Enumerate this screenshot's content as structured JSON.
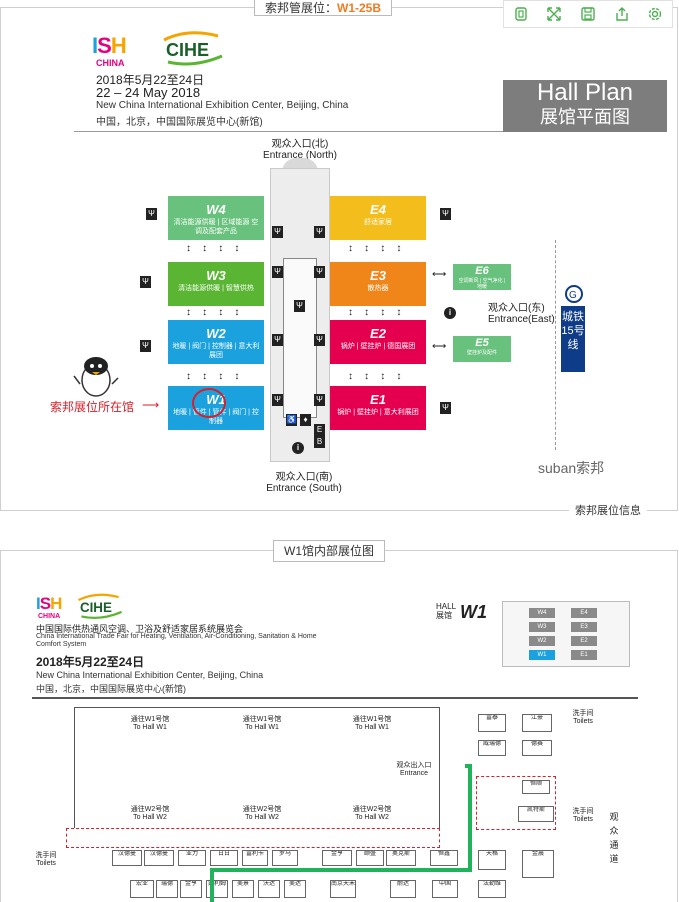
{
  "header": {
    "title_prefix": "索邦管展位：",
    "title_highlight": "W1-25B"
  },
  "toolbar": {
    "icons": [
      "copy-icon",
      "expand-icon",
      "save-icon",
      "share-icon",
      "settings-icon"
    ]
  },
  "plan": {
    "logo_ish": [
      "I",
      "S",
      "H"
    ],
    "logo_ish_sub": "CHINA",
    "logo_cihe": "CIHE",
    "date_cn": "2018年5月22至24日",
    "date_en": "22 – 24 May 2018",
    "venue_en": "New China International Exhibition Center, Beijing, China",
    "venue_cn": "中国，北京，中国国际展览中心(新馆)",
    "hallplan_en": "Hall Plan",
    "hallplan_cn": "展馆平面图",
    "entrance_north_cn": "观众入口(北)",
    "entrance_north_en": "Entrance (North)",
    "entrance_south_cn": "观众入口(南)",
    "entrance_south_en": "Entrance (South)",
    "entrance_east_cn": "观众入口(东)",
    "entrance_east_en": "Entrance(East)",
    "metro": "城铁15号线",
    "booth_marker": "索邦展位所在馆",
    "watermark": "suban索邦",
    "halls": [
      {
        "name": "W4",
        "desc": "清洁能源供暖 | 区域能源 空调及配套产品",
        "color": "#68c17c"
      },
      {
        "name": "W3",
        "desc": "清洁能源供暖 | 智慧供热",
        "color": "#5ab532"
      },
      {
        "name": "W2",
        "desc": "地暖 | 阀门 | 控制器 | 意大利展团",
        "color": "#1aa1de"
      },
      {
        "name": "W1",
        "desc": "地暖 | 管件 | 管件 | 阀门 | 控制器",
        "color": "#1aa1de"
      },
      {
        "name": "E4",
        "desc": "舒适家居",
        "color": "#f3bd1c"
      },
      {
        "name": "E3",
        "desc": "散热器",
        "color": "#f08519"
      },
      {
        "name": "E2",
        "desc": "锅炉 | 壁挂炉 | 德国展团",
        "color": "#e5004f"
      },
      {
        "name": "E1",
        "desc": "锅炉 | 壁挂炉 | 意大利展团",
        "color": "#e5004f"
      },
      {
        "name": "E6",
        "desc": "空调新风 | 空气净化 | 地暖",
        "color": "#68c17c"
      },
      {
        "name": "E5",
        "desc": "壁挂炉及配件",
        "color": "#68c17c"
      }
    ],
    "caption": "索邦展位信息"
  },
  "w1": {
    "label": "W1馆内部展位图",
    "title_cn": "中国国际供热通风空调、卫浴及舒适家居系统展览会",
    "title_en": "China International Trade Fair for Heating, Ventilation, Air-Conditioning, Sanitation & Home Comfort System",
    "date": "2018年5月22至24日",
    "venue_en": "New China International Exhibition Center, Beijing, China",
    "venue_cn": "中国，北京，中国国际展览中心(新馆)",
    "hall_small_en": "HALL",
    "hall_small_cn": "展馆",
    "hall_big": "W1",
    "to_w1_cn": "通往W1号馆",
    "to_w1_en": "To Hall W1",
    "to_w2_cn": "通往W2号馆",
    "to_w2_en": "To Hall W2",
    "entrance_cn": "观众出入口",
    "entrance_en": "Entrance",
    "toilets_cn": "洗手间",
    "toilets_en": "Toilets",
    "corridor": "观众通道",
    "booths": [
      "汉德曼",
      "亚力",
      "日日",
      "富利卡",
      "罗马",
      "金亨",
      "颐盛",
      "奥克斯",
      "恒鑫",
      "天格",
      "富泰",
      "江豪",
      "威瑞德",
      "德赛",
      "恒顺",
      "凯特斯",
      "金晨",
      "宏业",
      "瑞德",
      "金亨",
      "蒙利姆",
      "美景",
      "沃达",
      "美达",
      "南京天禾",
      "耐达",
      "中国",
      "纽帝斯",
      "金晨",
      "华尼",
      "春晖",
      "法勒维"
    ]
  }
}
